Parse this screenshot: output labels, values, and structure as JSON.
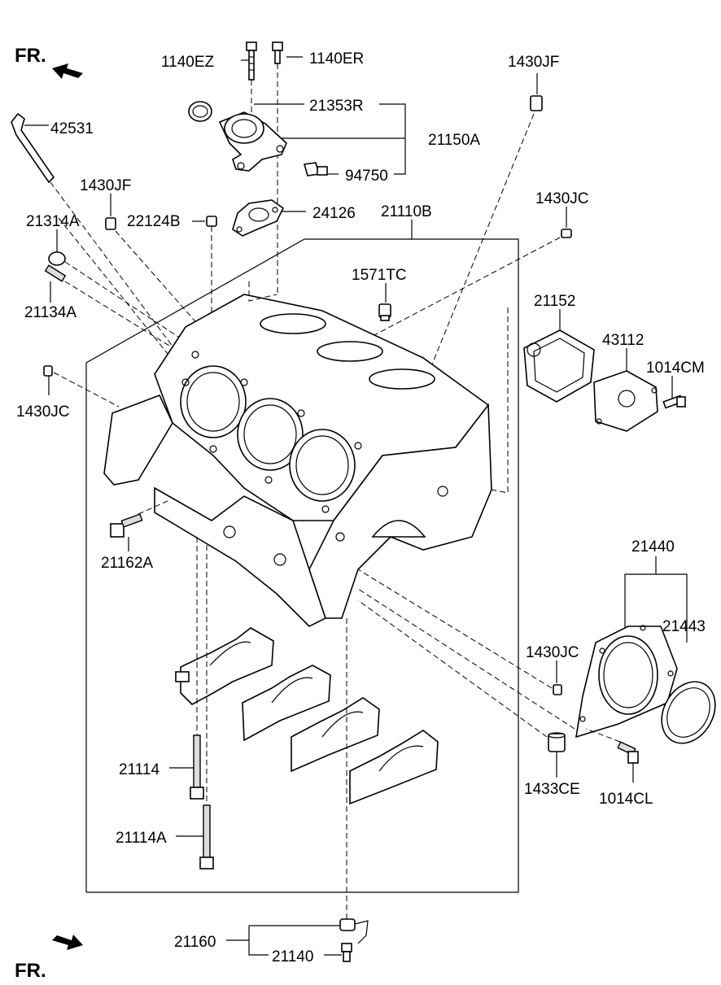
{
  "orientation": {
    "top": "FR.",
    "bottom": "FR."
  },
  "labels": {
    "p1140EZ": "1140EZ",
    "p1140ER": "1140ER",
    "p1430JF_top": "1430JF",
    "p21353R": "21353R",
    "p42531": "42531",
    "p21150A": "21150A",
    "p94750": "94750",
    "p1430JF_left": "1430JF",
    "p21314A": "21314A",
    "p22124B": "22124B",
    "p24126": "24126",
    "p21110B": "21110B",
    "p1430JC_top": "1430JC",
    "p1571TC": "1571TC",
    "p21134A": "21134A",
    "p21152": "21152",
    "p43112": "43112",
    "p1014CM": "1014CM",
    "p1430JC_left": "1430JC",
    "p21162A": "21162A",
    "p21440": "21440",
    "p21443": "21443",
    "p1430JC_right": "1430JC",
    "p1433CE": "1433CE",
    "p1014CL": "1014CL",
    "p21114": "21114",
    "p21114A": "21114A",
    "p21160": "21160",
    "p21140": "21140"
  }
}
